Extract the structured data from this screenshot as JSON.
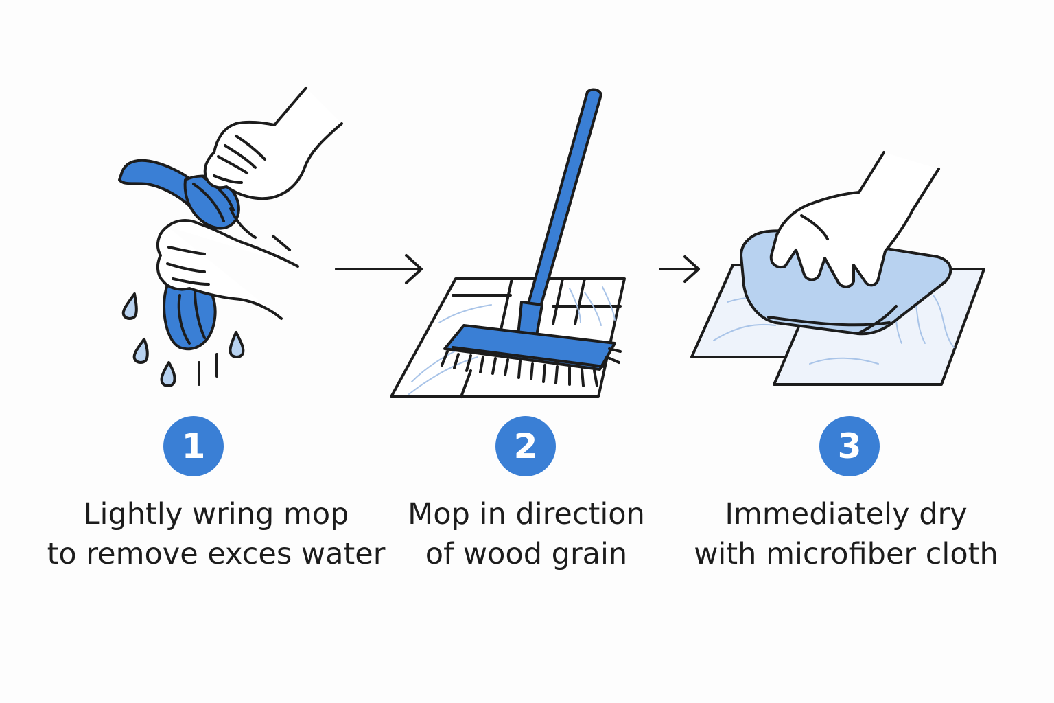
{
  "colors": {
    "accent": "#3a7fd5",
    "accent_light": "#b8d2f0",
    "grain": "#a9c4e8",
    "ink": "#1c1c1c",
    "background": "#fdfdfd"
  },
  "icons": [
    "wringing-hands-icon",
    "water-drop-icon",
    "arrow-right-icon",
    "flat-mop-icon",
    "wood-floor-icon",
    "hand-cloth-icon"
  ],
  "steps": [
    {
      "number": "1",
      "line1": "Lightly wring mop",
      "line2": "to remove exces water"
    },
    {
      "number": "2",
      "line1": "Mop in direction",
      "line2": "of wood grain"
    },
    {
      "number": "3",
      "line1": "Immediately dry",
      "line2": "with microfiber cloth"
    }
  ]
}
